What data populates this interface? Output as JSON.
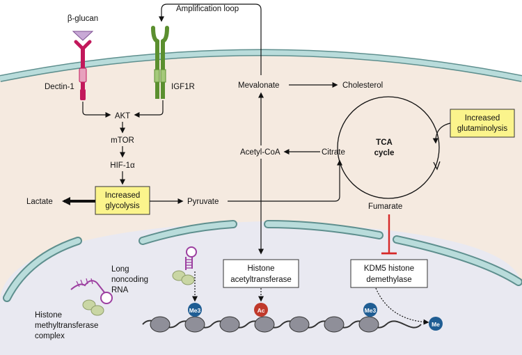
{
  "receptors": {
    "beta_glucan": "β-glucan",
    "dectin1": "Dectin-1",
    "igf1r": "IGF1R"
  },
  "loop": {
    "amplification": "Amplification loop"
  },
  "signaling": {
    "akt": "AKT",
    "mtor": "mTOR",
    "hif1a": "HIF-1α"
  },
  "metabolism": {
    "glycolysis_line1": "Increased",
    "glycolysis_line2": "glycolysis",
    "lactate": "Lactate",
    "pyruvate": "Pyruvate",
    "acetyl_coa": "Acetyl-CoA",
    "citrate": "Citrate",
    "mevalonate": "Mevalonate",
    "cholesterol": "Cholesterol",
    "tca_line1": "TCA",
    "tca_line2": "cycle",
    "glutaminolysis_line1": "Increased",
    "glutaminolysis_line2": "glutaminolysis",
    "fumarate": "Fumarate"
  },
  "nucleus": {
    "hat_line1": "Histone",
    "hat_line2": "acetyltransferase",
    "kdm5_line1": "KDM5 histone",
    "kdm5_line2": "demethylase",
    "lncrna_line1": "Long",
    "lncrna_line2": "noncoding",
    "lncrna_line3": "RNA",
    "hmt_line1": "Histone",
    "hmt_line2": "methyltransferase",
    "hmt_line3": "complex",
    "me3": "Me3",
    "ac": "Ac",
    "me": "Me"
  },
  "colors": {
    "cytoplasm": "#f5eae0",
    "membrane": "#b9dcdb",
    "membrane_edge": "#5e8f8e",
    "nucleus": "#e9e9f1",
    "highlight_box": "#fbf48c",
    "dectin": "#c2185b",
    "igf1r": "#5b8f2f",
    "rna": "#9c3fa0",
    "me_badge": "#1f5d93",
    "ac_badge": "#c0392b",
    "inhibit": "#d62828"
  }
}
